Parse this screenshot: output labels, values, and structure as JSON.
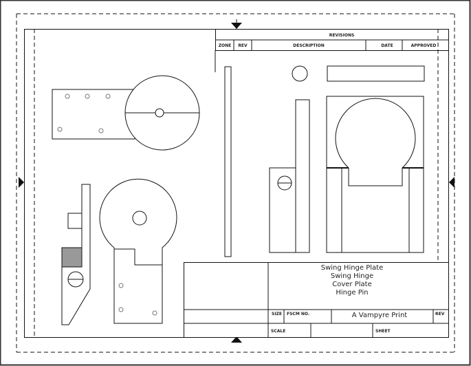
{
  "revisions": {
    "title": "REVISIONS",
    "headers": [
      "ZONE",
      "REV",
      "DESCRIPTION",
      "DATE",
      "APPROVED"
    ]
  },
  "title_block": {
    "title_lines": [
      "Swing Hinge Plate",
      "Swing Hinge",
      "Cover Plate",
      "Hinge Pin"
    ],
    "size_label": "SIZE",
    "fscm_label": "FSCM NO.",
    "drawing_name": "A Vampyre Print",
    "rev_label": "REV",
    "scale_label": "SCALE",
    "sheet_label": "SHEET"
  },
  "colors": {
    "line": "#111111",
    "fill_gray": "#999999"
  }
}
